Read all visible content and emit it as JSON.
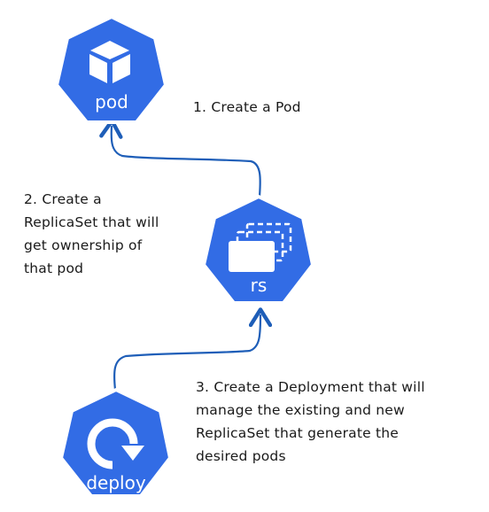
{
  "colors": {
    "node_fill": "#326CE5",
    "node_stroke": "#ffffff",
    "arrow": "#1E5EB8",
    "text": "#1a1a1a"
  },
  "nodes": {
    "pod": {
      "label": "pod",
      "icon": "cube-icon"
    },
    "rs": {
      "label": "rs",
      "icon": "stacked-boxes-icon"
    },
    "deploy": {
      "label": "deploy",
      "icon": "circular-arrow-icon"
    }
  },
  "notes": {
    "step1": "1. Create a Pod",
    "step2": "2. Create a\nReplicaSet that will\nget ownership of\nthat pod",
    "step3": "3. Create a Deployment that will\nmanage the existing and new\nReplicaSet that generate the\ndesired pods"
  },
  "edges": [
    {
      "from": "rs",
      "to": "pod"
    },
    {
      "from": "deploy",
      "to": "rs"
    }
  ]
}
